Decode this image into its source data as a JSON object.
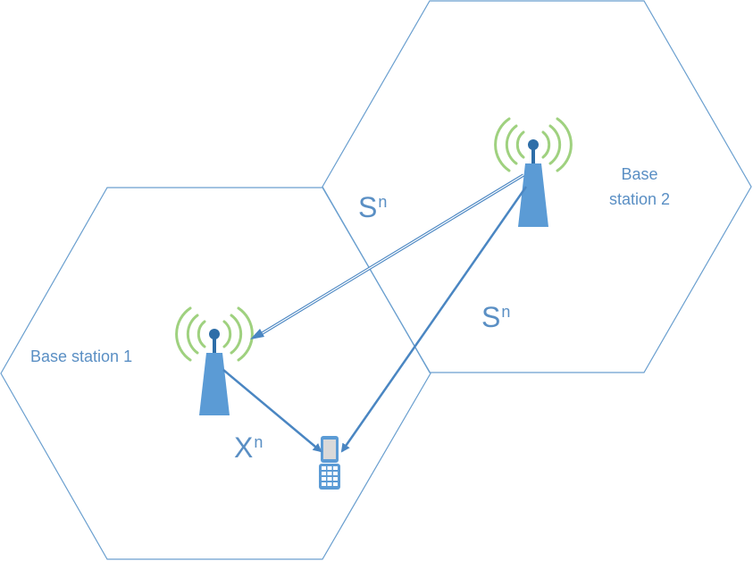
{
  "colors": {
    "hex_border": "#6a9fcf",
    "tower": "#5b9bd5",
    "tower_top": "#2e6ea8",
    "waves": "#9fd17f",
    "arrow": "#4a86c2",
    "text": "#5a8fc4"
  },
  "icons": [
    "base-station-1-tower-icon",
    "base-station-2-tower-icon",
    "mobile-phone-icon"
  ],
  "labels": {
    "base_station_1": "Base station 1",
    "base_station_2_line1": "Base",
    "base_station_2_line2": "station 2",
    "s_upper": {
      "base": "S",
      "sup": "n"
    },
    "s_lower": {
      "base": "S",
      "sup": "n"
    },
    "x": {
      "base": "X",
      "sup": "n"
    }
  }
}
